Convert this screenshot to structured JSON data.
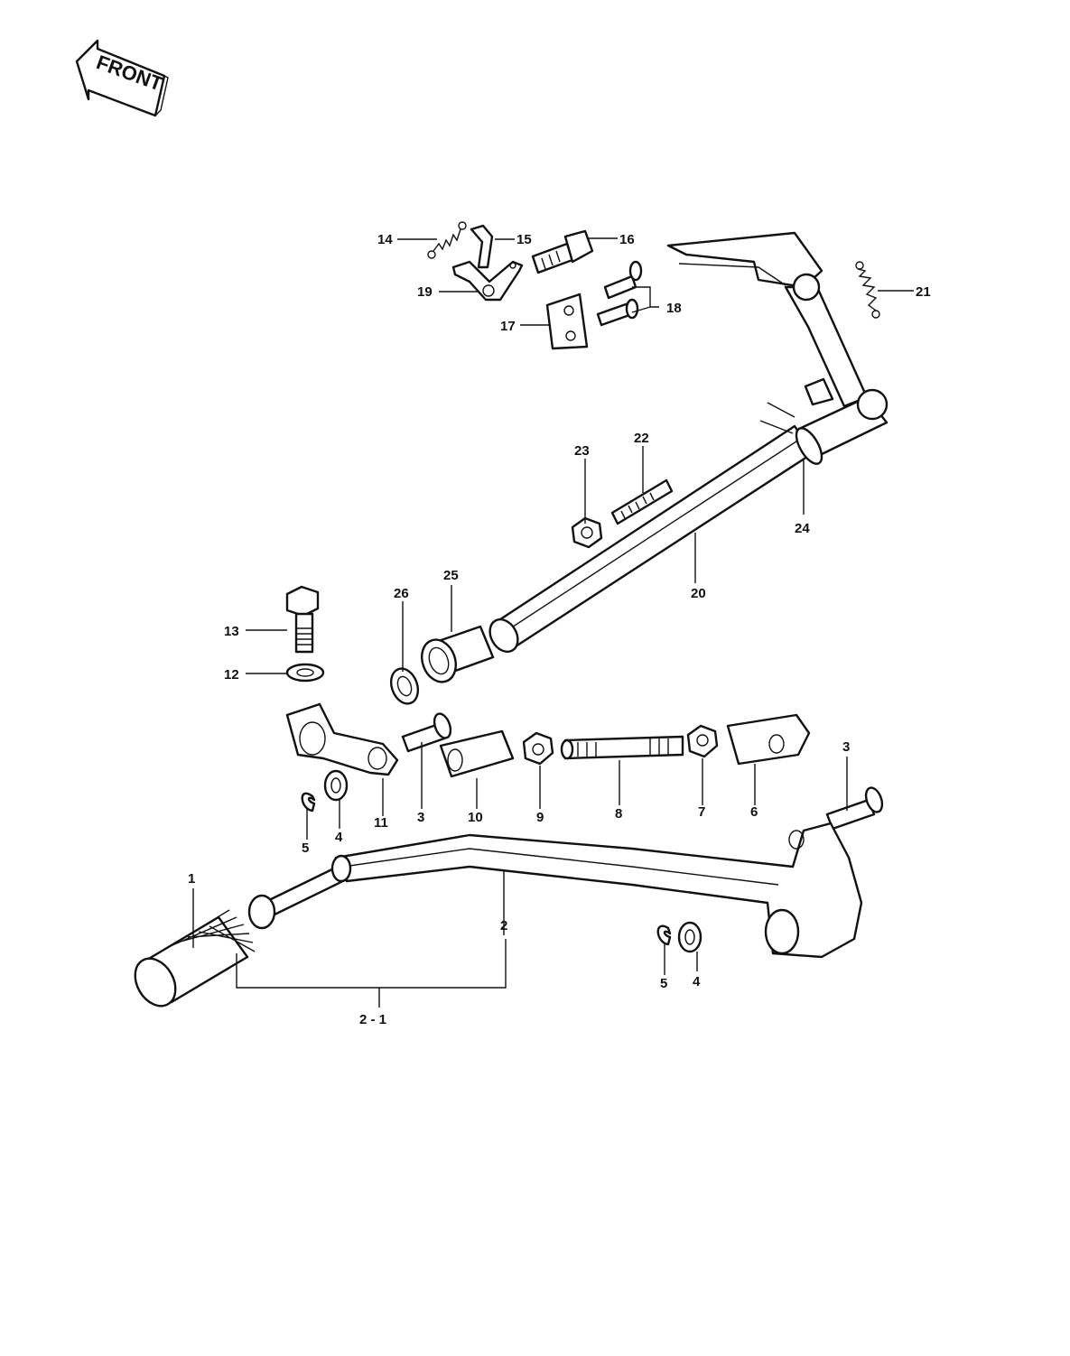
{
  "front_label": "FRONT",
  "callouts": {
    "c1": "1",
    "c2": "2",
    "c2_1": "2 - 1",
    "c3a": "3",
    "c3b": "3",
    "c4a": "4",
    "c4b": "4",
    "c5a": "5",
    "c5b": "5",
    "c6": "6",
    "c7": "7",
    "c8": "8",
    "c9": "9",
    "c10": "10",
    "c11": "11",
    "c12": "12",
    "c13": "13",
    "c14": "14",
    "c15": "15",
    "c16": "16",
    "c17": "17",
    "c18": "18",
    "c19": "19",
    "c20": "20",
    "c21": "21",
    "c22": "22",
    "c23": "23",
    "c24": "24",
    "c25": "25",
    "c26": "26"
  }
}
